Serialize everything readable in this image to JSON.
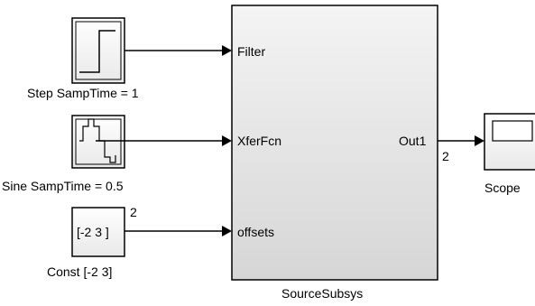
{
  "blocks": {
    "step": {
      "label": "Step SampTime = 1",
      "icon": "step-icon"
    },
    "sine": {
      "label": "Sine SampTime = 0.5",
      "icon": "sine-icon"
    },
    "const": {
      "label": "Const [-2 3]",
      "value_text": "[-2 3 ]",
      "output_width": "2"
    },
    "subsystem": {
      "label": "SourceSubsys",
      "inports": [
        "Filter",
        "XferFcn",
        "offsets"
      ],
      "outport": "Out1",
      "output_width": "2"
    },
    "scope": {
      "label": "Scope",
      "icon": "scope-icon"
    }
  },
  "colors": {
    "subsystem_fill_top": "#f4f4f4",
    "subsystem_fill_bottom": "#d6d6d6",
    "block_fill": "#ffffff",
    "line": "#000000"
  }
}
